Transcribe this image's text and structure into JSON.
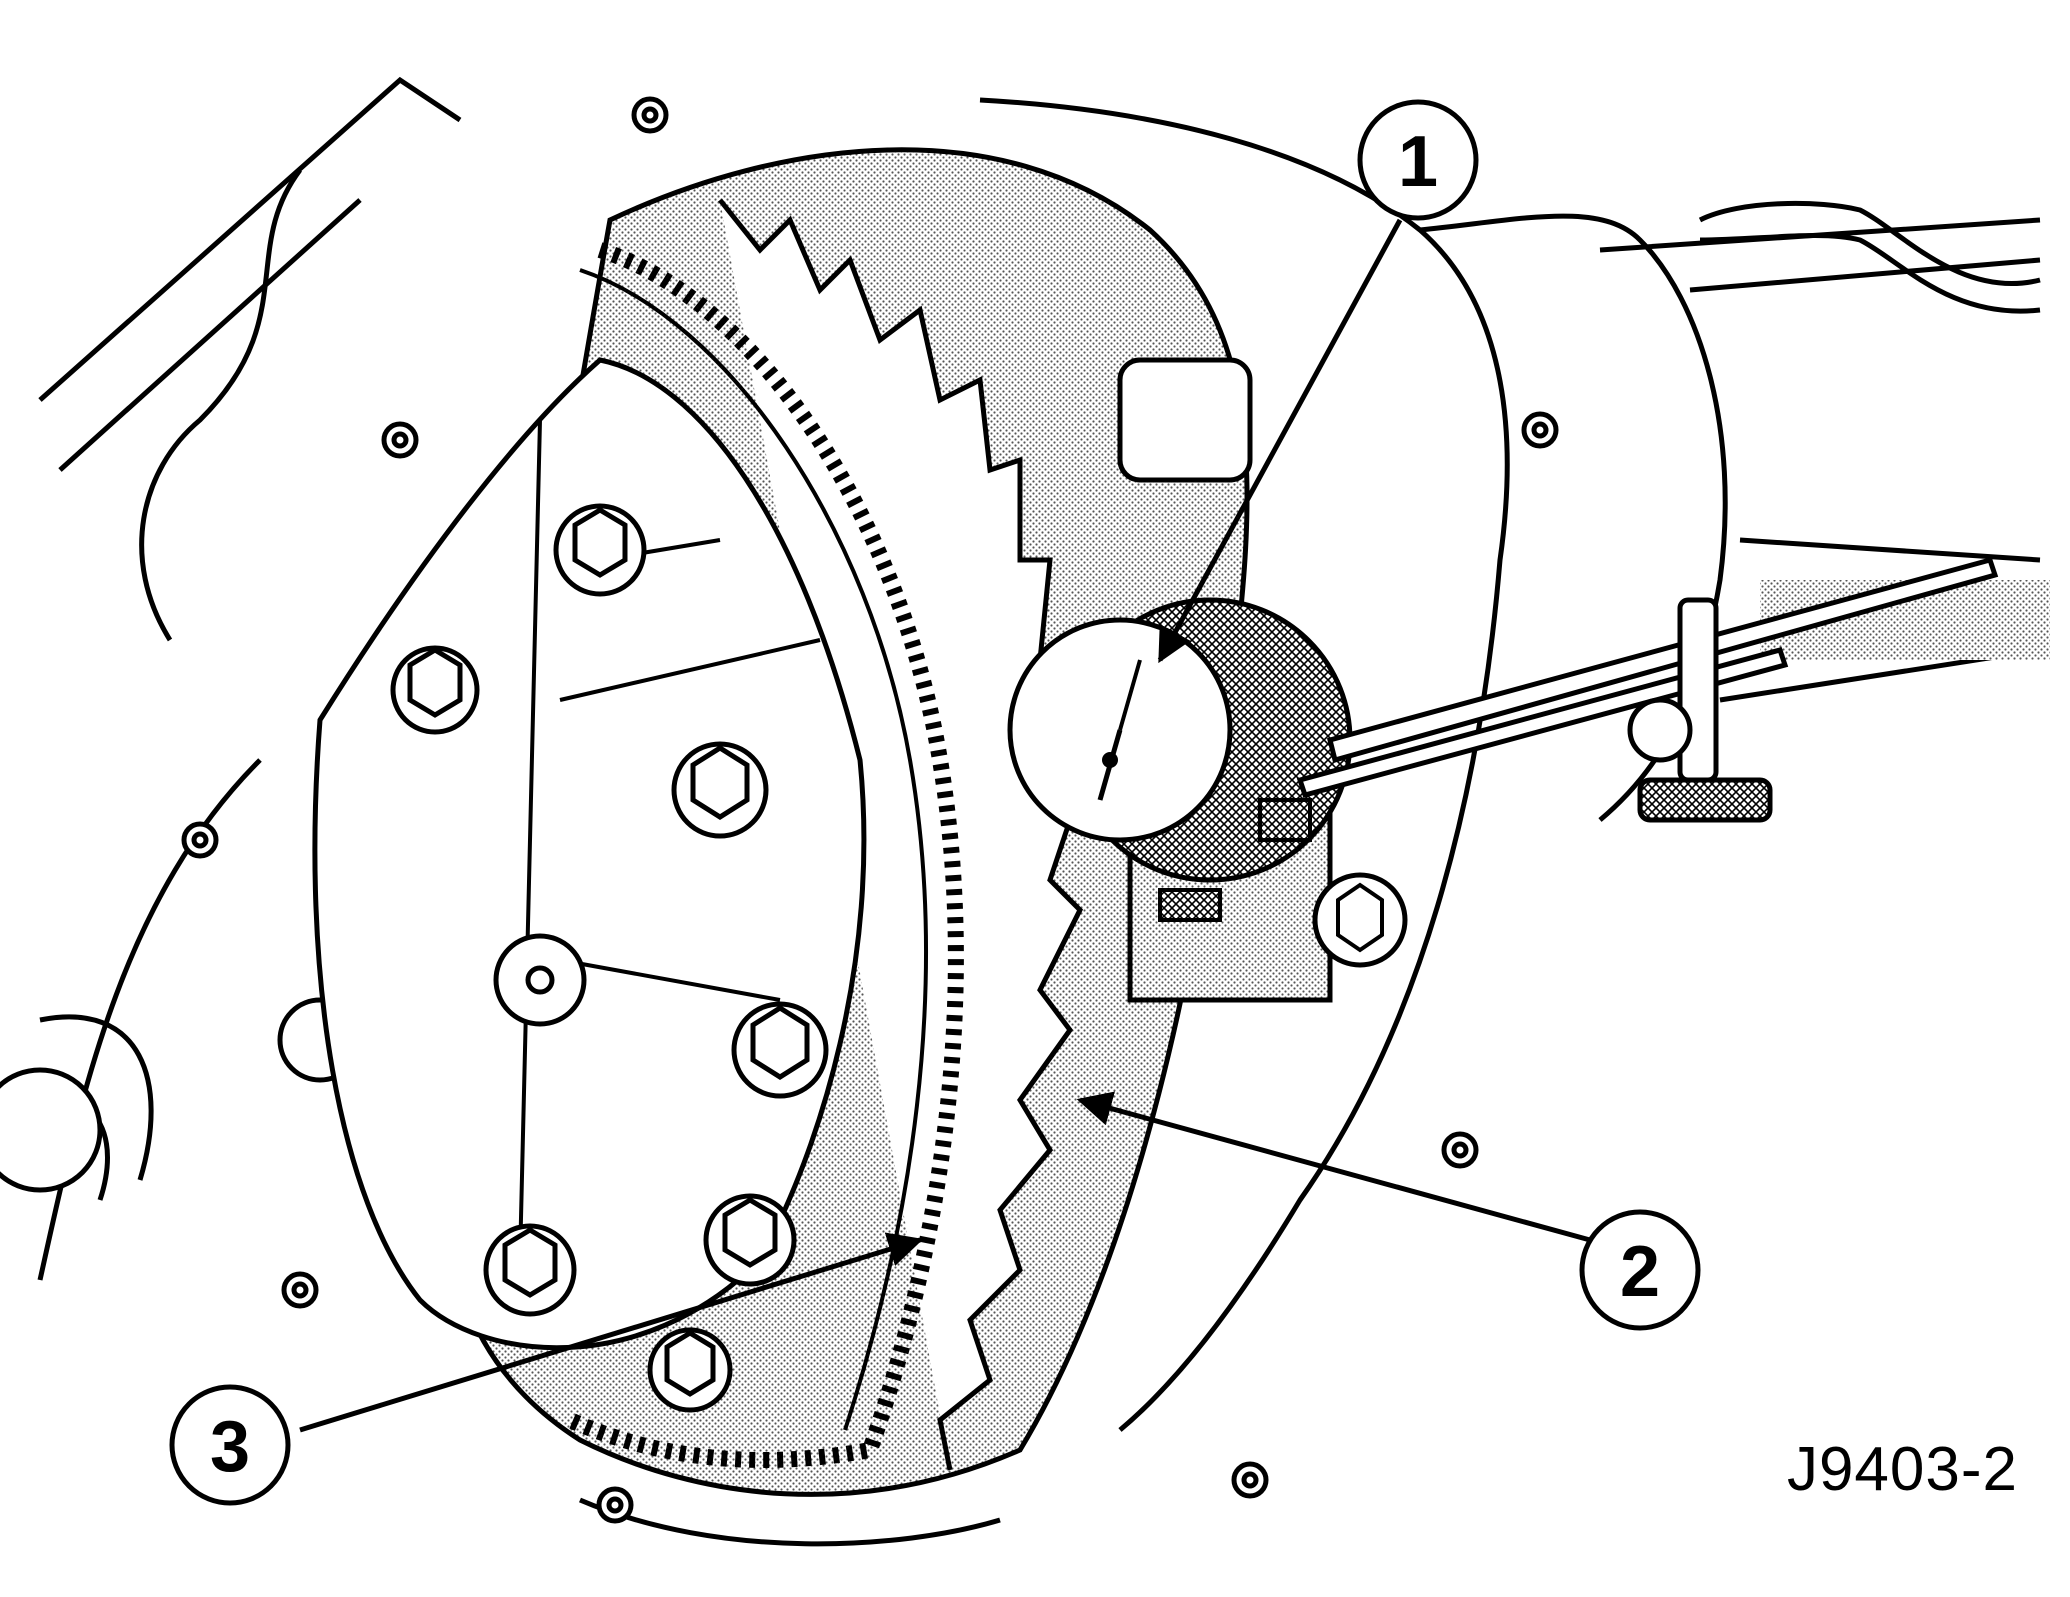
{
  "figure": {
    "code": "J9403-2",
    "colors": {
      "ink": "#000000",
      "paper": "#ffffff",
      "shade": "#b8b8b8"
    },
    "callouts": [
      {
        "id": "1",
        "label": "1"
      },
      {
        "id": "2",
        "label": "2"
      },
      {
        "id": "3",
        "label": "3"
      }
    ]
  }
}
